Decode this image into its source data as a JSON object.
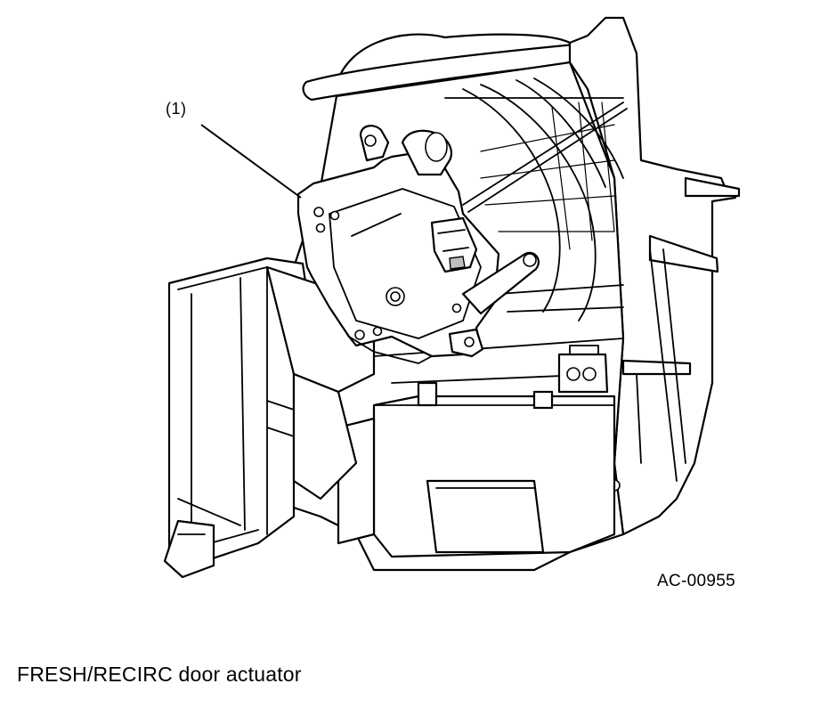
{
  "figure": {
    "callout": "(1)",
    "code": "AC-00955",
    "caption": "FRESH/RECIRC door actuator"
  }
}
